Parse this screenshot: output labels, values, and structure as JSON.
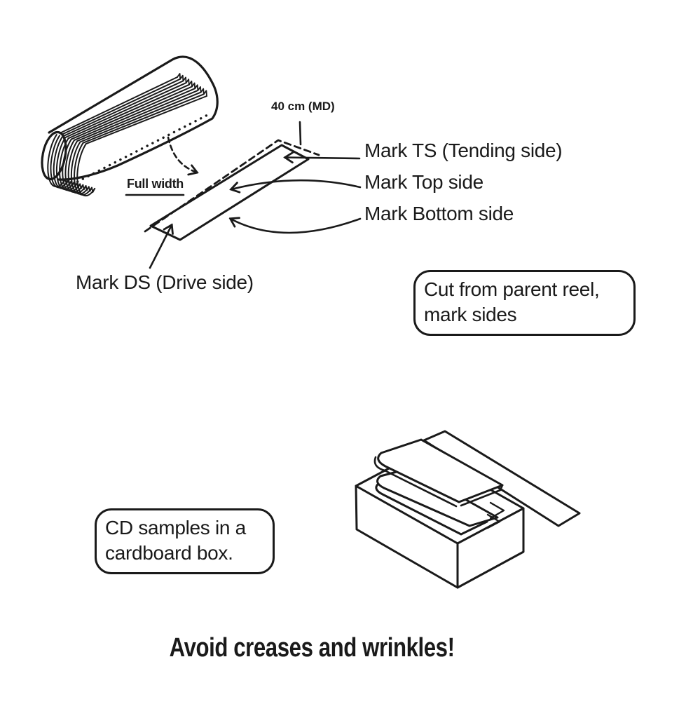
{
  "page": {
    "background_color": "#ffffff",
    "ink_color": "#1a1a1a"
  },
  "reel_section": {
    "dimension_label": "40 cm (MD)",
    "full_width_label": "Full width",
    "labels": {
      "tending_side": "Mark TS (Tending side)",
      "top_side": "Mark Top side",
      "bottom_side": "Mark Bottom side",
      "drive_side": "Mark DS (Drive side)"
    },
    "callout": {
      "line1": "Cut from parent reel,",
      "line2": "mark sides"
    }
  },
  "box_section": {
    "callout": {
      "line1": "CD samples in a",
      "line2": "cardboard box."
    }
  },
  "caption": "Avoid creases and wrinkles!"
}
